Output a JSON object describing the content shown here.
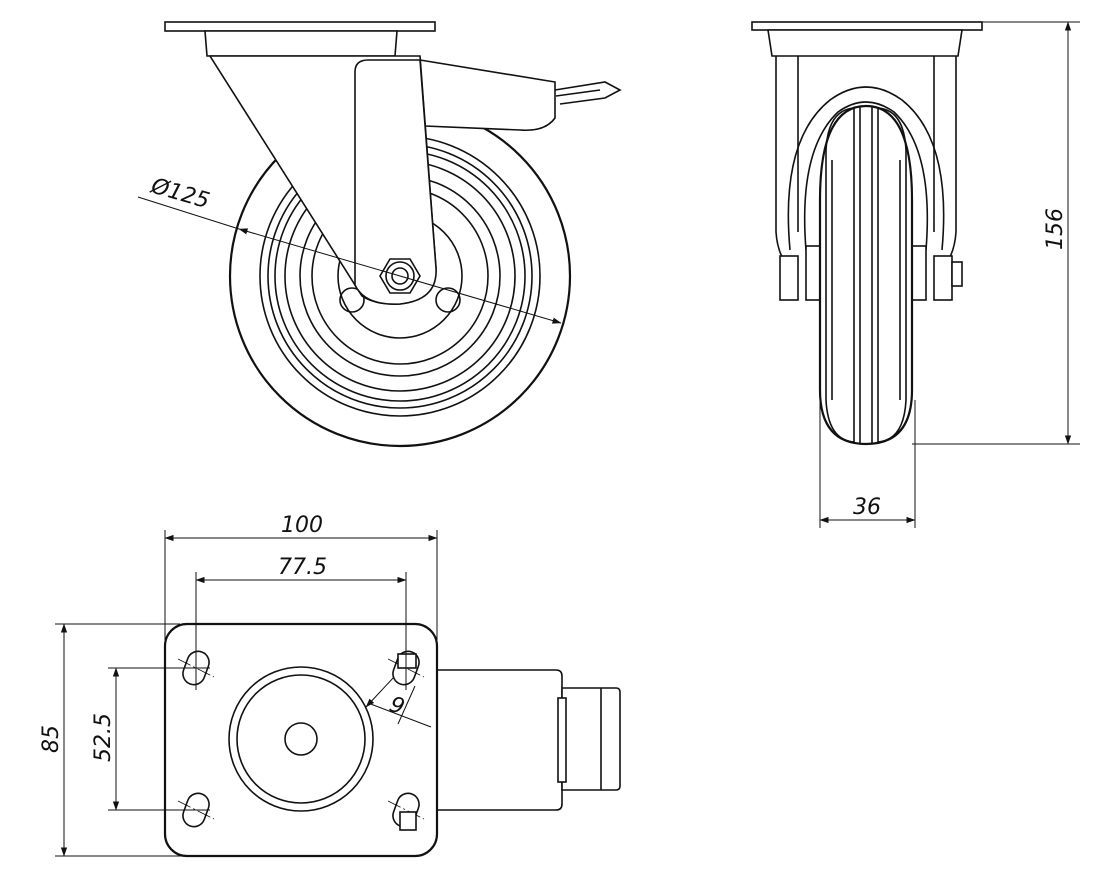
{
  "dimensions": {
    "wheel_diameter": "Ø125",
    "overall_height": "156",
    "wheel_width": "36",
    "plate_length": "100",
    "hole_spacing_length": "77.5",
    "plate_width": "85",
    "hole_spacing_width": "52.5",
    "slot_width": "9"
  }
}
